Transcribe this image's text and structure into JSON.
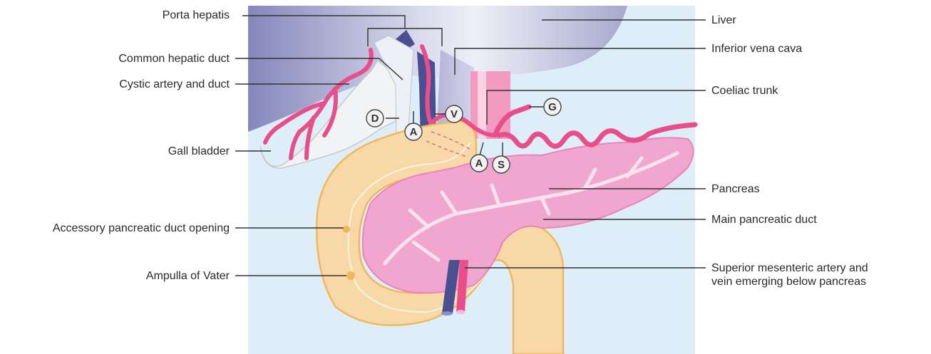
{
  "labels_left": {
    "porta_hepatis": "Porta hepatis",
    "common_hepatic_duct": "Common hepatic duct",
    "cystic_artery_duct": "Cystic artery and duct",
    "gall_bladder": "Gall bladder",
    "accessory_duct_opening": "Accessory pancreatic duct opening",
    "ampulla_of_vater": "Ampulla of Vater"
  },
  "labels_right": {
    "liver": "Liver",
    "inferior_vena_cava": "Inferior vena cava",
    "coeliac_trunk": "Coeliac trunk",
    "pancreas": "Pancreas",
    "main_pancreatic_duct": "Main pancreatic duct",
    "sma_line1": "Superior mesenteric artery and",
    "sma_line2": "vein emerging below pancreas"
  },
  "node_markers": {
    "d": "D",
    "a_duodenal": "A",
    "v": "V",
    "g": "G",
    "a_coeliac": "A",
    "s": "S"
  },
  "colors": {
    "background_panel": "#deeef8",
    "liver": "#8d8ebf",
    "pancreas": "#f0a6cf",
    "duodenum": "#f7d8a6",
    "artery": "#e84e8a",
    "vein": "#4a4f92",
    "gall_bladder": "#f2f3f5"
  }
}
